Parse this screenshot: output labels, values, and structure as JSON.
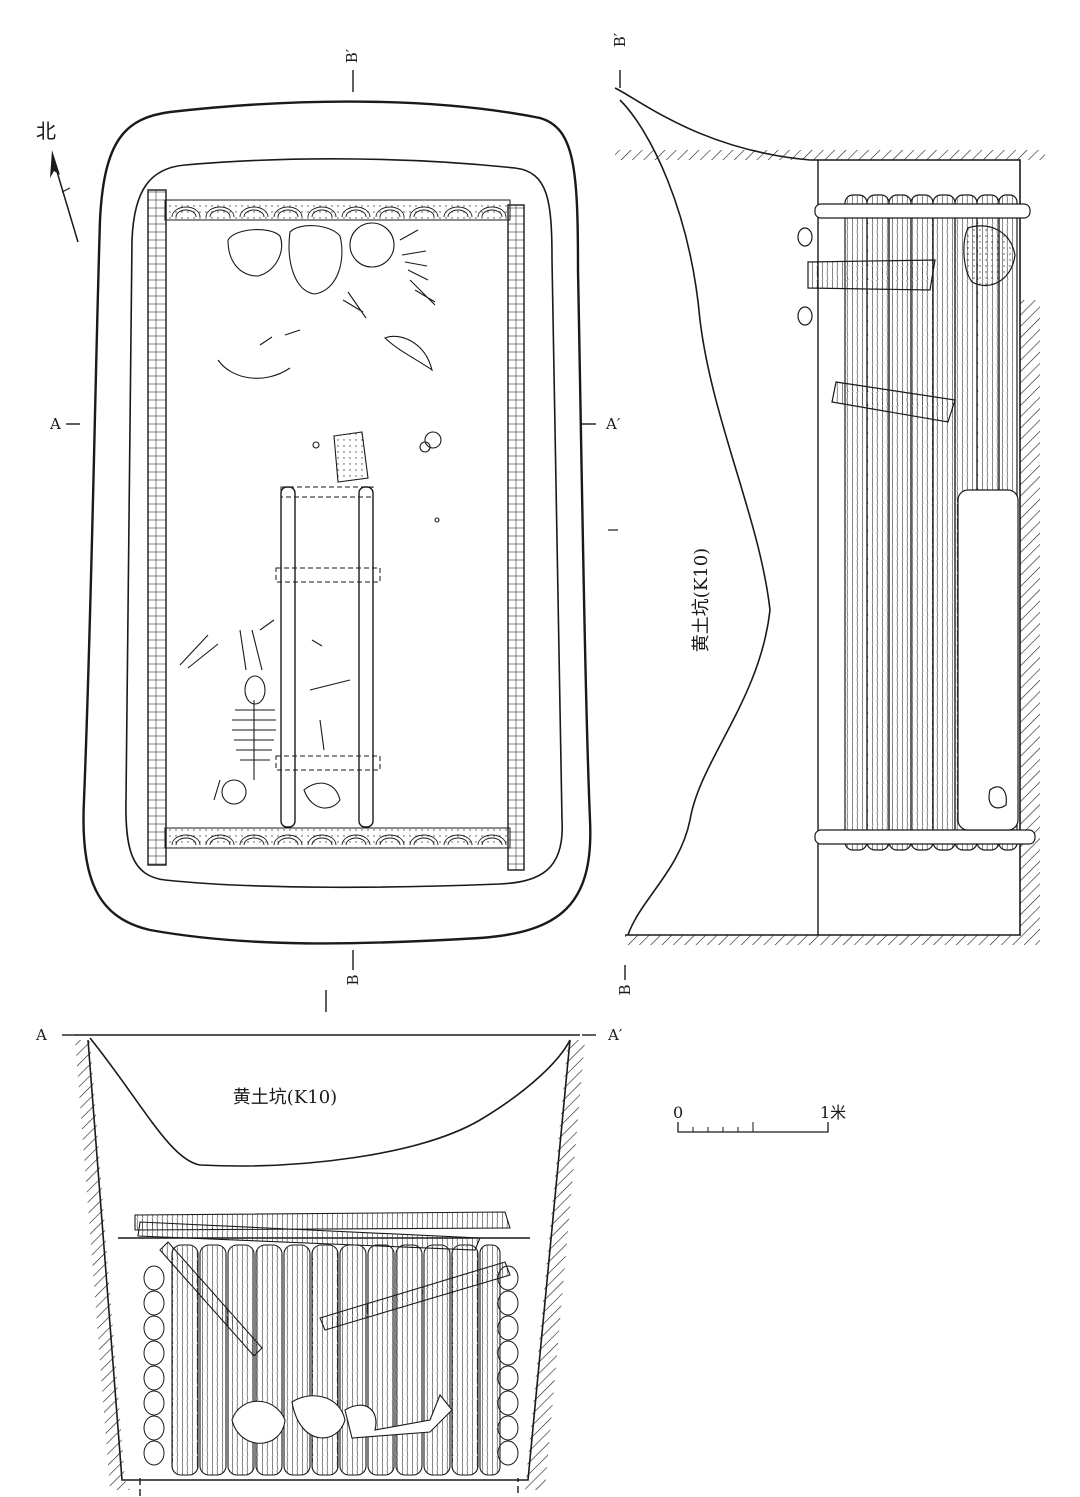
{
  "north_label": "北",
  "plan": {
    "section_markers": {
      "a_left": "A",
      "a_right": "A′",
      "b_top": "B′",
      "b_bottom": "B"
    }
  },
  "section_b": {
    "top_marker": "B′",
    "bottom_marker": "B",
    "fill_label": "黄土坑(K10)"
  },
  "section_a": {
    "left_marker": "A",
    "right_marker": "A′",
    "fill_label": "黄土坑(K10)"
  },
  "scale_bar": {
    "start_label": "0",
    "end_label": "1米"
  }
}
